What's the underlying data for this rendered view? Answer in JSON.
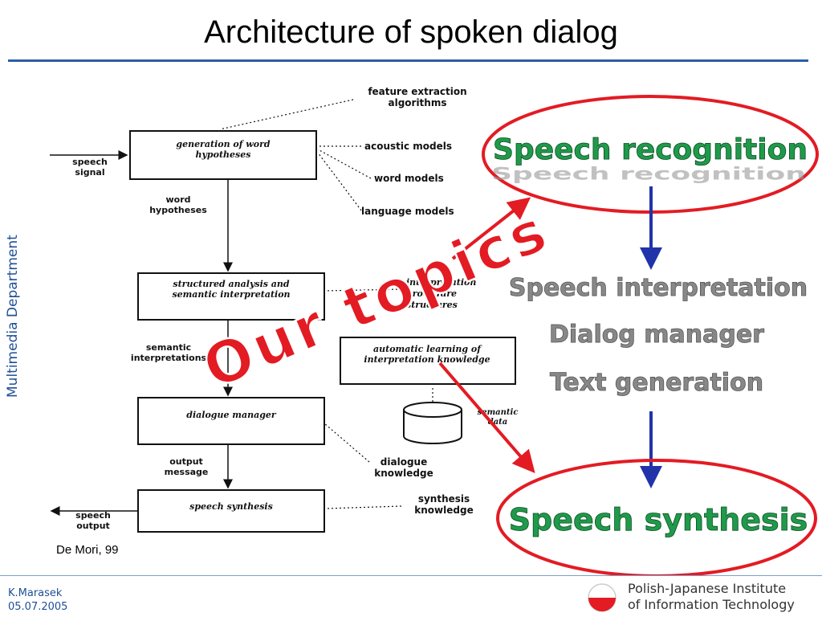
{
  "slide": {
    "title": "Architecture of spoken dialog",
    "side_label": "Multimedia Department",
    "credit": "De Mori, 99",
    "author": "K.Marasek",
    "date": "05.07.2005",
    "institute_line1": "Polish-Japanese Institute",
    "institute_line2": "of Information Technology",
    "colors": {
      "accent": "#2e5e9e",
      "ellipse": "#e31b23",
      "arrow_blue": "#2233aa",
      "topics_red": "#e31b23"
    }
  },
  "diagram": {
    "boxes": {
      "generation": [
        "generation of word",
        "hypotheses"
      ],
      "structured": [
        "structured analysis and",
        "semantic interpretation"
      ],
      "automatic": [
        "automatic learning of",
        "interpretation knowledge"
      ],
      "dialogue": "dialogue manager",
      "synthesis": "speech synthesis"
    },
    "labels": {
      "feature": [
        "feature extraction",
        "algorithms"
      ],
      "acoustic": "acoustic models",
      "word_models": "word models",
      "language": "language models",
      "speech_signal": [
        "speech",
        "signal"
      ],
      "word_hyp": [
        "word",
        "hypotheses"
      ],
      "interp_partial": [
        "interpretation",
        "procedure",
        "structures"
      ],
      "semantic_interp": [
        "semantic",
        "interpretations"
      ],
      "semantic_data": [
        "semantic",
        "data"
      ],
      "output_message": [
        "output",
        "message"
      ],
      "dialogue_knowledge": [
        "dialogue",
        "knowledge"
      ],
      "synthesis_knowledge": [
        "synthesis",
        "knowledge"
      ],
      "speech_output": [
        "speech",
        "output"
      ]
    }
  },
  "topics": {
    "our_topics": "Our topics",
    "recognition": "Speech recognition",
    "interpretation": "Speech interpretation",
    "dialog_manager": "Dialog manager",
    "text_generation": "Text generation",
    "synthesis": "Speech synthesis"
  }
}
